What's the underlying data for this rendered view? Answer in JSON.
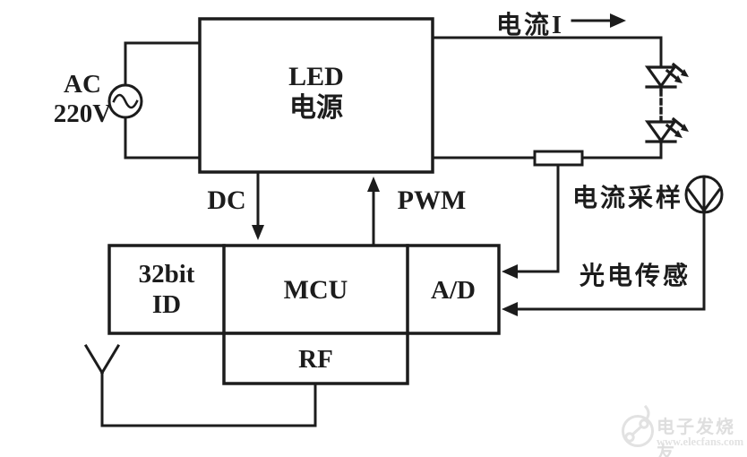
{
  "colors": {
    "line": "#1c1c1c",
    "background": "#ffffff",
    "watermark": "#dedede"
  },
  "source": {
    "label_line1": "AC",
    "label_line2": "220V"
  },
  "blocks": {
    "led_power": {
      "line1": "LED",
      "line2": "电源"
    },
    "id": {
      "line1": "32bit",
      "line2": "ID"
    },
    "mcu": {
      "label": "MCU"
    },
    "ad": {
      "label": "A/D"
    },
    "rf": {
      "label": "RF"
    }
  },
  "signals": {
    "current": "电流I",
    "dc": "DC",
    "pwm": "PWM",
    "current_sampling": "电流采样",
    "photo_sensor": "光电传感"
  },
  "watermark": {
    "brand": "电子发烧友",
    "url": "www.elecfans.com"
  }
}
